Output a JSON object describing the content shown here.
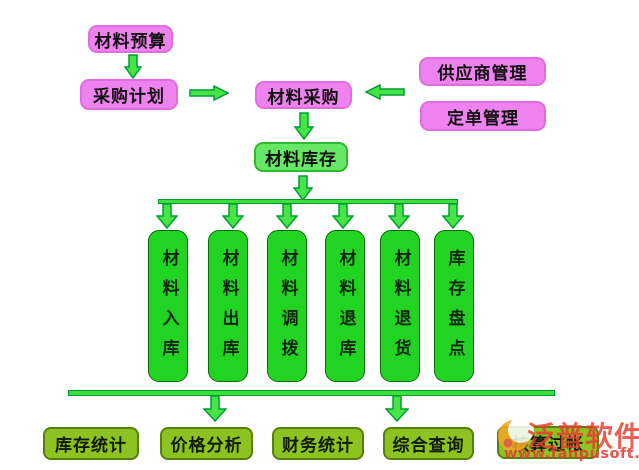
{
  "diagram": {
    "planning": {
      "budget": "材料预算",
      "plan": "采购计划",
      "purchase": "材料采购",
      "supplier": "供应商管理",
      "order": "定单管理",
      "inventory": "材料库存"
    },
    "storage_ops": [
      {
        "label": "材料入库"
      },
      {
        "label": "材料出库"
      },
      {
        "label": "材料调拨"
      },
      {
        "label": "材料退库"
      },
      {
        "label": "材料退货"
      },
      {
        "label": "库存盘点"
      }
    ],
    "analysis_ops": [
      {
        "label": "库存统计"
      },
      {
        "label": "价格分析"
      },
      {
        "label": "财务统计"
      },
      {
        "label": "综合查询"
      },
      {
        "label": "核算过帐"
      }
    ],
    "colors": {
      "pink_box": "#ee82ee",
      "inventory_box": "#66e866",
      "storage_box": "#22d422",
      "analysis_box": "#8cc321",
      "arrow_green": "#46e446",
      "arrow_border": "#009e32",
      "watermark_red": "#e93a30",
      "logo_orange": "#f5a623"
    }
  },
  "watermark": {
    "brand": "泛普软件",
    "url": "www.fanpusoft.com"
  }
}
